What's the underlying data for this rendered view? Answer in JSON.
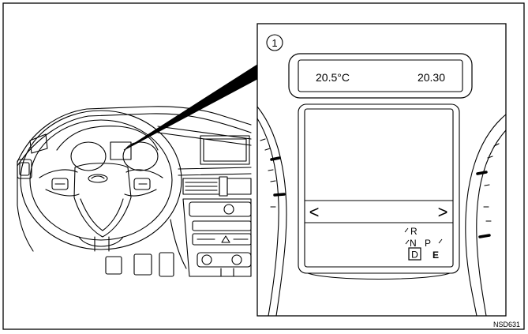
{
  "figure": {
    "callout_number": "1",
    "code": "NSD631"
  },
  "display": {
    "temperature": "20.5°C",
    "clock": "20.30",
    "nav_left": "<",
    "nav_right": ">"
  },
  "gear_indicator": {
    "r": "R",
    "n": "N",
    "p": "P",
    "d": "D",
    "e": "E"
  }
}
